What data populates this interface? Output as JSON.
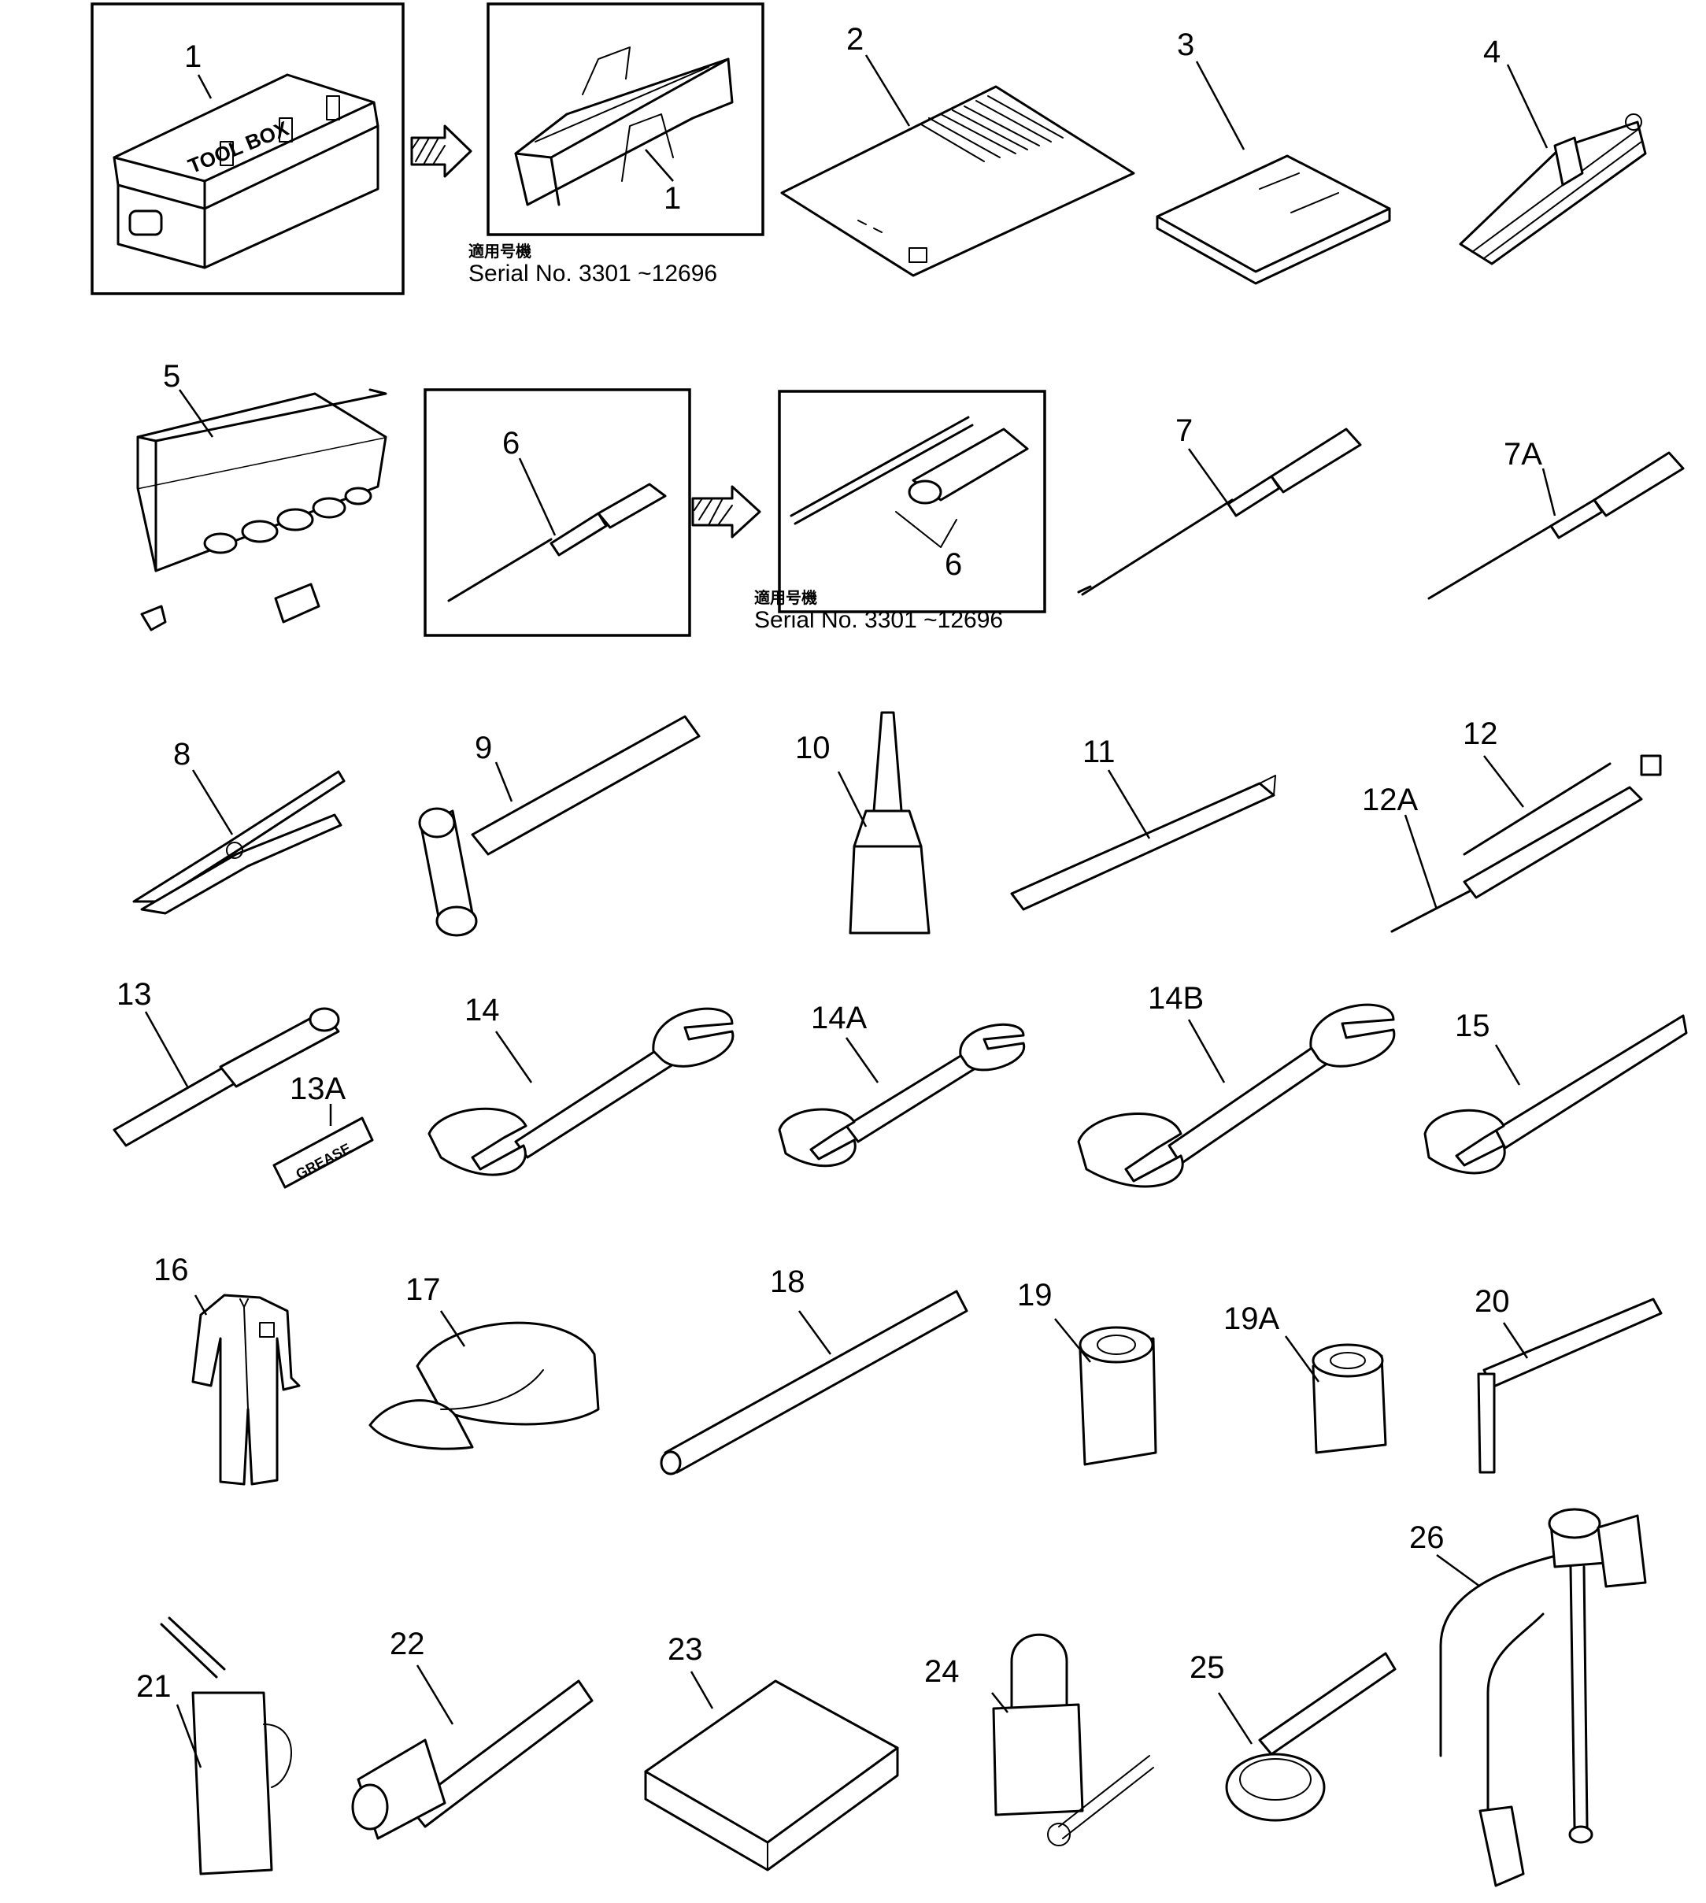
{
  "serial_note": {
    "japanese": "適用号機",
    "text": "Serial No. 3301 ~12696"
  },
  "toolbox_lid_text": "TOOL BOX",
  "grease_text": "GREASE",
  "callouts": {
    "c1": "1",
    "c1b": "1",
    "c2": "2",
    "c3": "3",
    "c4": "4",
    "c5": "5",
    "c6": "6",
    "c6b": "6",
    "c7": "7",
    "c7a": "7A",
    "c8": "8",
    "c9": "9",
    "c10": "10",
    "c11": "11",
    "c12": "12",
    "c12a": "12A",
    "c13": "13",
    "c13a": "13A",
    "c14": "14",
    "c14a": "14A",
    "c14b": "14B",
    "c15": "15",
    "c16": "16",
    "c17": "17",
    "c18": "18",
    "c19": "19",
    "c19a": "19A",
    "c20": "20",
    "c21": "21",
    "c22": "22",
    "c23": "23",
    "c24": "24",
    "c25": "25",
    "c26": "26"
  }
}
